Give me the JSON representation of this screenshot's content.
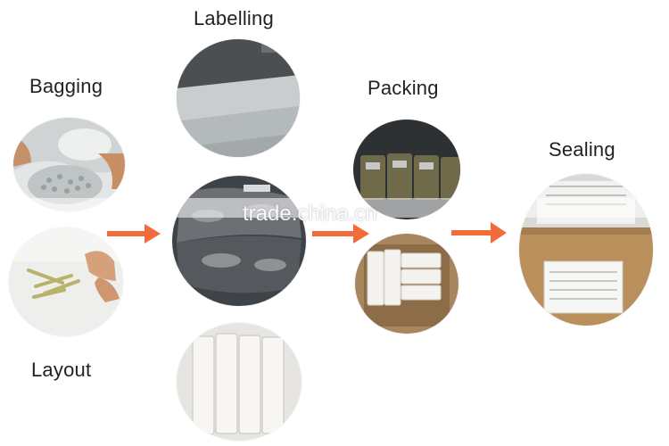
{
  "stages": {
    "bagging": {
      "label": "Bagging"
    },
    "layout": {
      "label": "Layout"
    },
    "labelling": {
      "label": "Labelling"
    },
    "packing": {
      "label": "Packing"
    },
    "sealing": {
      "label": "Sealing"
    }
  },
  "watermark": "trade.china.cn",
  "colors": {
    "arrow": "#f26b3a",
    "background": "#ffffff",
    "label_text": "#222222",
    "carton": "#b98f5c"
  }
}
